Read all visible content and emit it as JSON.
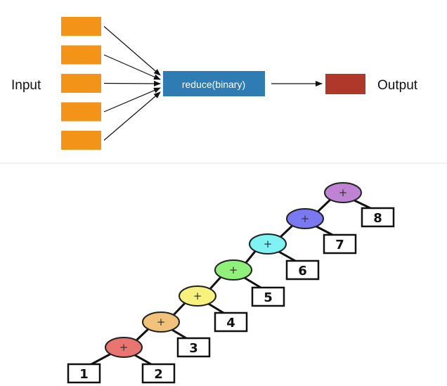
{
  "top": {
    "input_label": "Input",
    "reduce_label": "reduce(binary)",
    "output_label": "Output",
    "input_count": 5,
    "colors": {
      "input_box": "#f39418",
      "reduce_box": "#2f7cb4",
      "output_box": "#b0382a"
    }
  },
  "tree": {
    "operator": "+",
    "leaves": [
      "1",
      "2",
      "3",
      "4",
      "5",
      "6",
      "7",
      "8"
    ],
    "node_colors": [
      "#e97571",
      "#f1c27a",
      "#f7f27e",
      "#8ff17a",
      "#7ff3f3",
      "#7b79f1",
      "#be84d3"
    ]
  }
}
